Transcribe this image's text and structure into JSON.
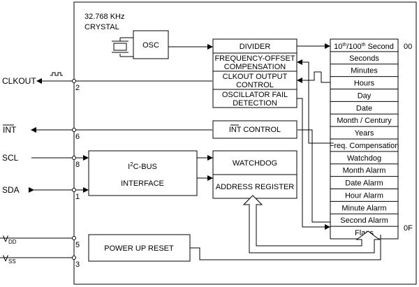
{
  "crystal": {
    "line1": "32.768 KHz",
    "line2": "CRYSTAL"
  },
  "osc": "OSC",
  "blocks": {
    "divider": "DIVIDER",
    "freq_offset": [
      "FREQUENCY-OFFSET",
      "COMPENSATION"
    ],
    "clkout_control": [
      "CLKOUT OUTPUT",
      "CONTROL"
    ],
    "osc_fail": [
      "OSCILLATOR FAIL",
      "DETECTION"
    ],
    "int_control": "INT CONTROL",
    "i2c_bus": {
      "prefix": "I",
      "sup": "2",
      "suffix": "C-BUS"
    },
    "interface": "INTERFACE",
    "watchdog": "WATCHDOG",
    "address_register": "ADDRESS REGISTER",
    "power_up_reset": "POWER UP RESET"
  },
  "pins": {
    "clkout": {
      "label": "CLKOUT",
      "num": "2"
    },
    "int": {
      "label": "INT",
      "num": "6"
    },
    "scl": {
      "label": "SCL",
      "num": "8"
    },
    "sda": {
      "label": "SDA",
      "num": "1"
    },
    "vdd": {
      "main": "V",
      "sub": "DD",
      "num": "5"
    },
    "vss": {
      "main": "V",
      "sub": "SS",
      "num": "3"
    }
  },
  "register_addr": {
    "first": "00",
    "last": "0F"
  },
  "registers": {
    "first": {
      "a": "10",
      "a_sup": "th",
      "b": "/100",
      "b_sup": "th",
      "c": " Second"
    },
    "rest": [
      "Seconds",
      "Minutes",
      "Hours",
      "Day",
      "Date",
      "Month / Century",
      "Years",
      "Freq. Compensation",
      "Watchdog",
      "Month Alarm",
      "Date Alarm",
      "Hour Alarm",
      "Minute Alarm",
      "Second Alarm",
      "Flags"
    ]
  }
}
